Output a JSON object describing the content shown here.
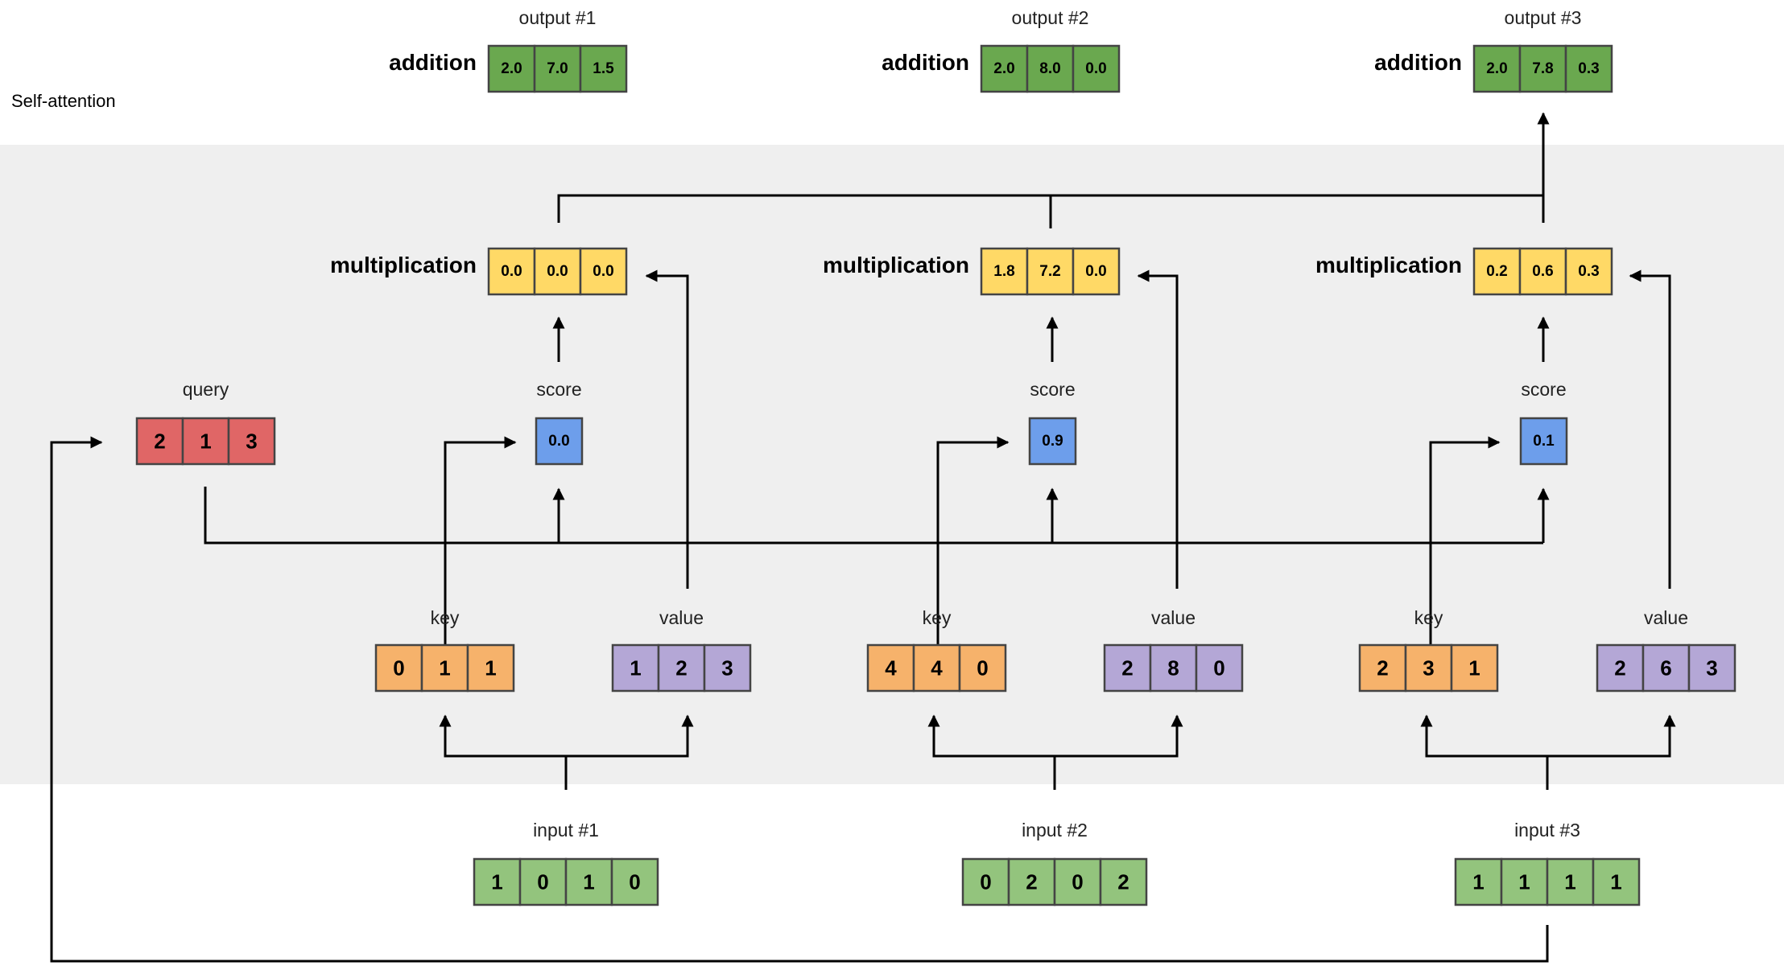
{
  "title": "Self-attention",
  "colors": {
    "input": "#93c47d",
    "key": "#f6b26b",
    "value": "#b4a7d6",
    "query": "#e06666",
    "score": "#6d9eeb",
    "multiplication": "#ffd966",
    "addition": "#6aa84f",
    "band": "#efefef"
  },
  "query": {
    "label": "query",
    "values": [
      "2",
      "1",
      "3"
    ]
  },
  "groups": [
    {
      "input": {
        "label": "input #1",
        "values": [
          "1",
          "0",
          "1",
          "0"
        ]
      },
      "key": {
        "label": "key",
        "values": [
          "0",
          "1",
          "1"
        ]
      },
      "value": {
        "label": "value",
        "values": [
          "1",
          "2",
          "3"
        ]
      },
      "score": {
        "label": "score",
        "value": "0.0"
      },
      "multiplication": {
        "label": "multiplication",
        "values": [
          "0.0",
          "0.0",
          "0.0"
        ]
      },
      "output": {
        "label": "output #1",
        "op": "addition",
        "values": [
          "2.0",
          "7.0",
          "1.5"
        ]
      }
    },
    {
      "input": {
        "label": "input #2",
        "values": [
          "0",
          "2",
          "0",
          "2"
        ]
      },
      "key": {
        "label": "key",
        "values": [
          "4",
          "4",
          "0"
        ]
      },
      "value": {
        "label": "value",
        "values": [
          "2",
          "8",
          "0"
        ]
      },
      "score": {
        "label": "score",
        "value": "0.9"
      },
      "multiplication": {
        "label": "multiplication",
        "values": [
          "1.8",
          "7.2",
          "0.0"
        ]
      },
      "output": {
        "label": "output #2",
        "op": "addition",
        "values": [
          "2.0",
          "8.0",
          "0.0"
        ]
      }
    },
    {
      "input": {
        "label": "input #3",
        "values": [
          "1",
          "1",
          "1",
          "1"
        ]
      },
      "key": {
        "label": "key",
        "values": [
          "2",
          "3",
          "1"
        ]
      },
      "value": {
        "label": "value",
        "values": [
          "2",
          "6",
          "3"
        ]
      },
      "score": {
        "label": "score",
        "value": "0.1"
      },
      "multiplication": {
        "label": "multiplication",
        "values": [
          "0.2",
          "0.6",
          "0.3"
        ]
      },
      "output": {
        "label": "output #3",
        "op": "addition",
        "values": [
          "2.0",
          "7.8",
          "0.3"
        ]
      }
    }
  ]
}
